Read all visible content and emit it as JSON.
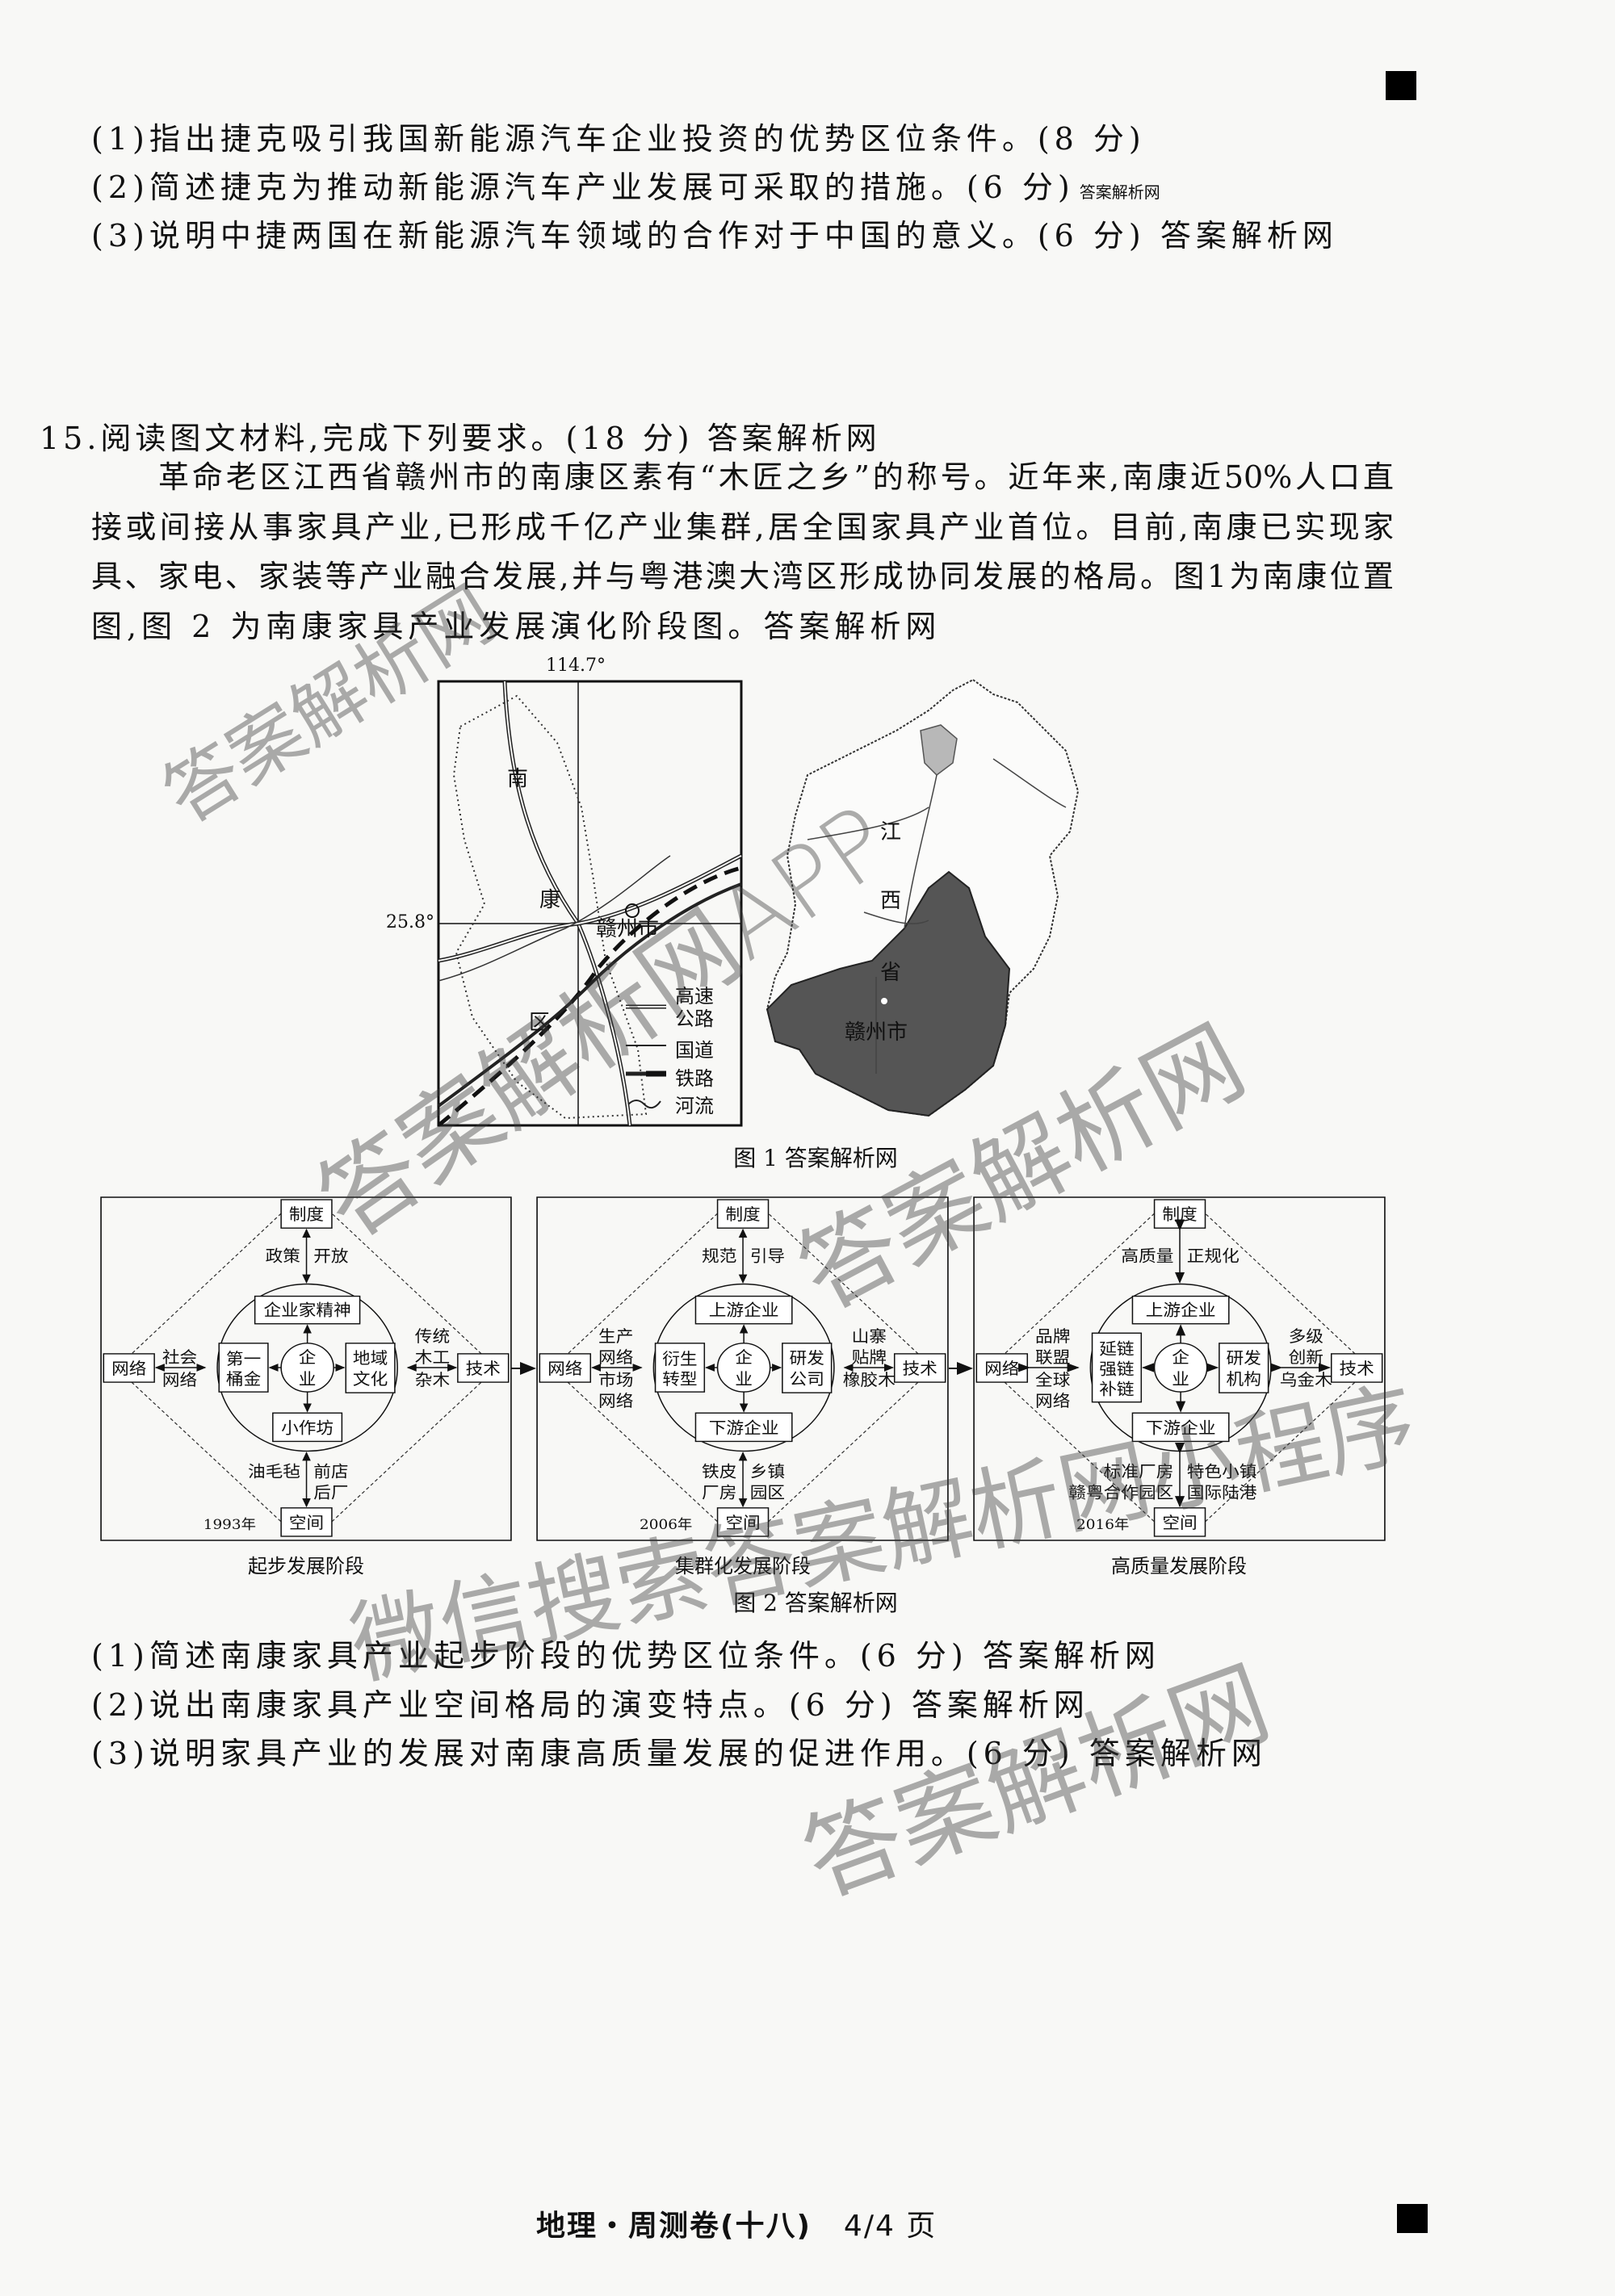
{
  "prev_questions": [
    {
      "text": "(1)指出捷克吸引我国新能源汽车企业投资的优势区位条件。(8 分)",
      "suffix": ""
    },
    {
      "text": "(2)简述捷克为推动新能源汽车产业发展可采取的措施。(6 分)",
      "suffix": "答案解析网"
    },
    {
      "text": "(3)说明中捷两国在新能源汽车领域的合作对于中国的意义。(6 分)",
      "suffix": "答案解析网"
    }
  ],
  "q15": {
    "title": "15.阅读图文材料,完成下列要求。(18 分) 答案解析网",
    "paragraph_lines": [
      "革命老区江西省赣州市的南康区素有“木匠之乡”的称号。近年来,南康近50%人口直",
      "接或间接从事家具产业,已形成千亿产业集群,居全国家具产业首位。目前,南康已实现家",
      "具、家电、家装等产业融合发展,并与粤港澳大湾区形成协同发展的格局。图1为南康位置",
      "图,图 2 为南康家具产业发展演化阶段图。答案解析网"
    ],
    "questions": [
      "(1)简述南康家具产业起步阶段的优势区位条件。(6 分) 答案解析网",
      "(2)说出南康家具产业空间格局的演变特点。(6 分) 答案解析网",
      "(3)说明家具产业的发展对南康高质量发展的促进作用。(6 分) 答案解析网"
    ]
  },
  "figure1": {
    "caption": "图 1  答案解析网",
    "longitude": "114.7°",
    "latitude": "25.8°",
    "district_chars": [
      "南",
      "康",
      "区"
    ],
    "city": "赣州市",
    "legend": {
      "highway": [
        "高速",
        "公路"
      ],
      "national_road": "国道",
      "railway": "铁路",
      "river": "河流"
    },
    "province_chars": [
      "江",
      "西",
      "省"
    ],
    "province_city": "赣州市"
  },
  "figure2": {
    "caption": "图 2  答案解析网",
    "panels": [
      {
        "stage": "起步发展阶段",
        "year": "1993年",
        "top": "制度",
        "top_left": "政策",
        "top_right": "开放",
        "inner_top": "企业家精神",
        "inner_left": [
          "第一",
          "桶金"
        ],
        "inner_right": [
          "地域",
          "文化"
        ],
        "inner_bottom": "小作坊",
        "center": [
          "企",
          "业"
        ],
        "left": "网络",
        "left_above": [
          "社会"
        ],
        "left_below": [
          "网络"
        ],
        "right": "技术",
        "right_above": [
          "传统",
          "木工"
        ],
        "right_below": [
          "杂木"
        ],
        "bottom": "空间",
        "bottom_left": [
          "油毛毡"
        ],
        "bottom_right": [
          "前店",
          "后厂"
        ]
      },
      {
        "stage": "集群化发展阶段",
        "year": "2006年",
        "top": "制度",
        "top_left": "规范",
        "top_right": "引导",
        "inner_top": "上游企业",
        "inner_left": [
          "衍生",
          "转型"
        ],
        "inner_right": [
          "研发",
          "公司"
        ],
        "inner_bottom": "下游企业",
        "center": [
          "企",
          "业"
        ],
        "left": "网络",
        "left_above": [
          "生产",
          "网络"
        ],
        "left_below": [
          "市场",
          "网络"
        ],
        "right": "技术",
        "right_above": [
          "山寨",
          "贴牌"
        ],
        "right_below": [
          "橡胶木"
        ],
        "bottom": "空间",
        "bottom_left": [
          "铁皮",
          "厂房"
        ],
        "bottom_right": [
          "乡镇",
          "园区"
        ]
      },
      {
        "stage": "高质量发展阶段",
        "year": "2016年",
        "top": "制度",
        "top_left": "高质量",
        "top_right": "正规化",
        "inner_top": "上游企业",
        "inner_left": [
          "延链",
          "强链",
          "补链"
        ],
        "inner_right": [
          "研发",
          "机构"
        ],
        "inner_bottom": "下游企业",
        "center": [
          "企",
          "业"
        ],
        "left": "网络",
        "left_above": [
          "品牌",
          "联盟"
        ],
        "left_below": [
          "全球",
          "网络"
        ],
        "right": "技术",
        "right_above": [
          "多级",
          "创新"
        ],
        "right_below": [
          "乌金木"
        ],
        "bottom": "空间",
        "bottom_left": [
          "标准厂房",
          "赣粤合作园区"
        ],
        "bottom_right": [
          "特色小镇",
          "国际陆港"
        ]
      }
    ]
  },
  "footer": {
    "title": "地理・周测卷(十八)",
    "page": "4/4 页"
  },
  "watermarks": [
    "答案解析网",
    "答案解析网APP",
    "答案解析网",
    "微信搜索答案解析网小程序",
    "答案解析网"
  ],
  "colors": {
    "province_fill": "#555555",
    "lake_fill": "#b8b8b8",
    "ink": "#111111"
  }
}
